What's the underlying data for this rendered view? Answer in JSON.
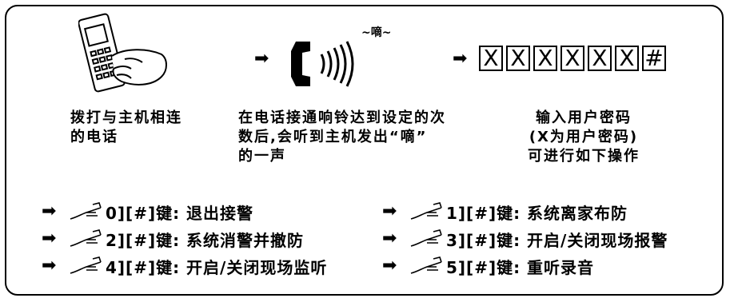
{
  "steps": {
    "step1_text_line1": "拨打与主机相连",
    "step1_text_line2": "的电话",
    "step2_text_line1": "在电话接通响铃达到设定的次",
    "step2_text_line2": "数后,会听到主机发出“嘀”",
    "step2_text_line3": "的一声",
    "step3_text_line1": "输入用户密码",
    "step3_text_line2": "(X为用户密码)",
    "step3_text_line3": "可进行如下操作"
  },
  "beep_label": "~嘀~",
  "arrow_glyph": "➡",
  "password_boxes": [
    "X",
    "X",
    "X",
    "X",
    "X",
    "X",
    "#"
  ],
  "commands": [
    {
      "text": "0][#]键: 退出接警"
    },
    {
      "text": "1][#]键: 系统离家布防"
    },
    {
      "text": "2][#]键: 系统消警并撤防"
    },
    {
      "text": "3][#]键: 开启/关闭现场报警"
    },
    {
      "text": "4][#]键: 开启/关闭现场监听"
    },
    {
      "text": "5][#]键: 重听录音"
    }
  ]
}
